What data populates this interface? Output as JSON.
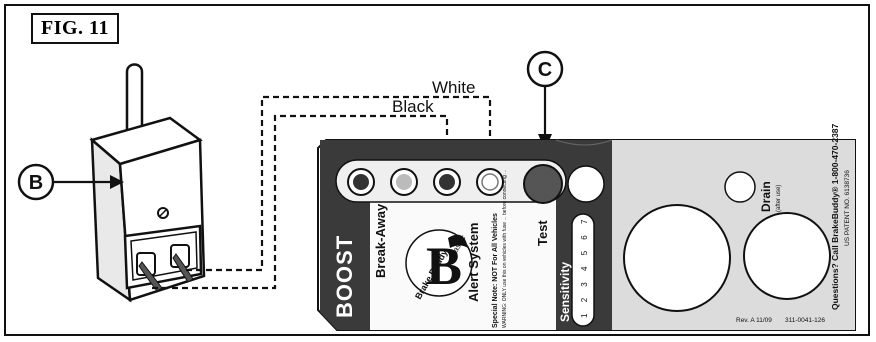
{
  "figure": {
    "label": "FIG. 11"
  },
  "callouts": [
    {
      "id": "B"
    },
    {
      "id": "C"
    }
  ],
  "wires": {
    "black_label": "Black",
    "white_label": "White"
  },
  "panel": {
    "brand": "BOOST",
    "product_line": "Break-Away",
    "logo_text": "Brake Buddy",
    "logo_classic": "classic",
    "alert_system": "Alert System",
    "special_note_title": "Special Note: NOT For All Vehicles",
    "special_note_body": "WARNING: ONLY use this on vehicles with fuse ... before connecting ...",
    "test_label": "Test",
    "sensitivity_label": "Sensitivity",
    "sensitivity_scale": [
      "1",
      "2",
      "3",
      "4",
      "5",
      "6",
      "7"
    ],
    "drain_label": "Drain",
    "drain_sub": "(after use)",
    "questions_text": "Questions? Call BrakeBuddy® 1-800-470-2387",
    "patent_text": "US PATENT NO. 6138736",
    "rev_text": "Rev. A 11/09",
    "part_number": "311-0041-126"
  },
  "colors": {
    "panel_dark": "#3a3a3a",
    "panel_light": "#dcdcdc",
    "ink": "#111111"
  }
}
